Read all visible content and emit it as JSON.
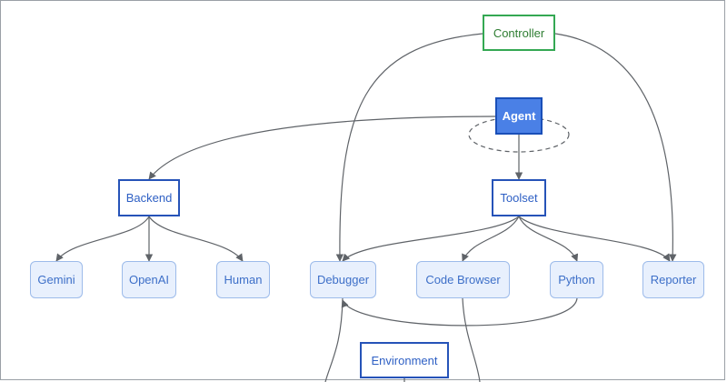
{
  "nodes": {
    "controller": "Controller",
    "agent": "Agent",
    "backend": "Backend",
    "toolset": "Toolset",
    "gemini": "Gemini",
    "openai": "OpenAI",
    "human": "Human",
    "debugger": "Debugger",
    "code_browser": "Code Browser",
    "python": "Python",
    "reporter": "Reporter",
    "environment": "Environment"
  },
  "colors": {
    "controller_border": "#34a853",
    "agent_fill": "#4a80e6",
    "group_border": "#2653b8",
    "leaf_fill": "#e8f0fd",
    "edge": "#5f6368"
  }
}
